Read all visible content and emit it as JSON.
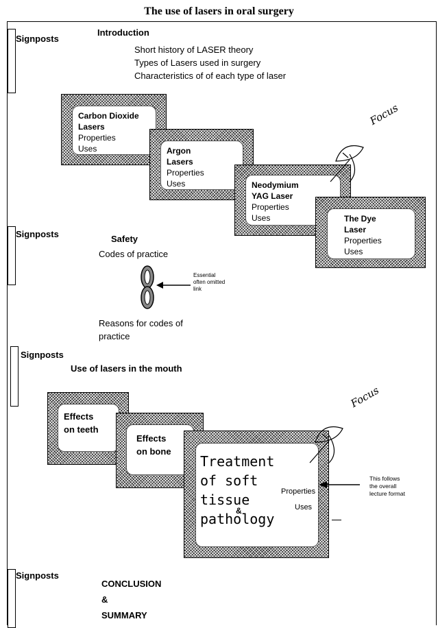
{
  "title": "The use of lasers in oral surgery",
  "signposts_label": "Signposts",
  "introduction": {
    "heading": "Introduction",
    "items": [
      "Short history of LASER theory",
      "Types of Lasers used in surgery",
      "Characteristics of of each type of laser"
    ]
  },
  "laser_cards": [
    {
      "name_line1": "Carbon Dioxide",
      "name_line2": "Lasers",
      "properties": "Properties",
      "uses": "Uses"
    },
    {
      "name_line1": "Argon",
      "name_line2": "Lasers",
      "properties": "Properties",
      "uses": "Uses"
    },
    {
      "name_line1": "Neodymium",
      "name_line2": "YAG Laser",
      "properties": "Properties",
      "uses": "Uses"
    },
    {
      "name_line1": "The Dye",
      "name_line2": "Laser",
      "properties": "Properties",
      "uses": "Uses"
    }
  ],
  "focus_label": "Focus",
  "safety": {
    "heading": "Safety",
    "codes": "Codes of practice",
    "link_note_1": "Essential",
    "link_note_2": "often omitted",
    "link_note_3": "link",
    "reasons_1": "Reasons for codes of",
    "reasons_2": "practice"
  },
  "mouth": {
    "heading": "Use of lasers in the mouth",
    "teeth_1": "Effects",
    "teeth_2": "on teeth",
    "bone_1": "Effects",
    "bone_2": "on bone",
    "treatment_1": "Treatment",
    "treatment_2": "of soft",
    "treatment_3": "tissue",
    "treatment_amp": "&",
    "treatment_4": "pathology",
    "properties": "Properties",
    "uses": "Uses",
    "note_1": "This follows",
    "note_2": "the overall",
    "note_3": "lecture format"
  },
  "conclusion": {
    "line1": "CONCLUSION",
    "line2": "&",
    "line3": "SUMMARY"
  }
}
